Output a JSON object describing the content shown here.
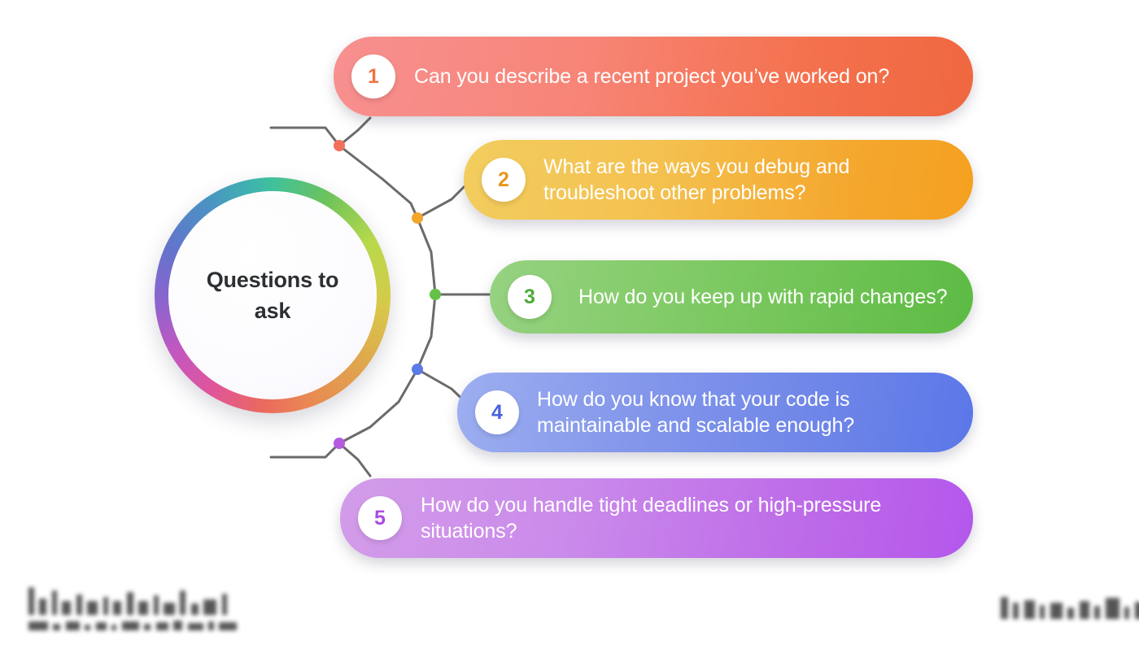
{
  "infographic": {
    "title": "Questions to ask",
    "hub": {
      "line1": "Questions to",
      "line2": "ask",
      "ring_colors": [
        "#3fc19a",
        "#6ec35a",
        "#b9d94b",
        "#d7c94a",
        "#e0a44e",
        "#e98a52",
        "#ea6a5e",
        "#e0559a",
        "#c257c0",
        "#8a65cf",
        "#6374cc",
        "#4a93c4",
        "#3fb7ab"
      ]
    },
    "items": [
      {
        "number": "1",
        "text": "Can you describe a recent project you’ve worked on?",
        "color_start": "#f79090",
        "color_end": "#ef673f",
        "number_color": "#ef7544",
        "dot_color": "#f2705a"
      },
      {
        "number": "2",
        "text": "What are the ways you debug and troubleshoot other problems?",
        "color_start": "#f2cd5e",
        "color_end": "#f5a01f",
        "number_color": "#e8961d",
        "dot_color": "#f2a62b"
      },
      {
        "number": "3",
        "text": "How do you keep up with rapid changes?",
        "color_start": "#96d281",
        "color_end": "#5cbb44",
        "number_color": "#4faa3a",
        "dot_color": "#63c246"
      },
      {
        "number": "4",
        "text": "How do you know that your code is maintainable and scalable enough?",
        "color_start": "#9daef0",
        "color_end": "#5b77e8",
        "number_color": "#4a63de",
        "dot_color": "#5b7ae8"
      },
      {
        "number": "5",
        "text": "How do you handle tight deadlines or high-pressure situations?",
        "color_start": "#d39ce9",
        "color_end": "#b457ec",
        "number_color": "#a94ce0",
        "dot_color": "#b65ae0"
      }
    ],
    "connector": {
      "line_color": "#6b6b6b",
      "line_width": 3
    },
    "footer": {
      "left_logo": "",
      "right_logo": ""
    }
  }
}
